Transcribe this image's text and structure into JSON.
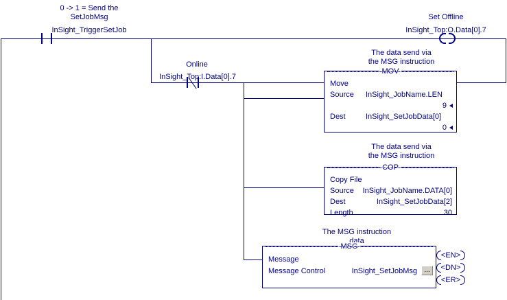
{
  "rung": {
    "comments": {
      "trigger": "0 -> 1 = Send the\nSetJobMsg",
      "set_offline": "Set Offline",
      "online": "Online",
      "mov_comment": "The data send via\nthe MSG instruction",
      "cop_comment": "The data send via\nthe MSG instruction",
      "msg_comment": "The MSG instruction\ndata"
    },
    "contacts": [
      {
        "name": "trigger-contact",
        "tag": "InSight_TriggerSetJob",
        "type": "xic"
      },
      {
        "name": "online-contact",
        "tag": "InSight_Top:I.Data[0].7",
        "type": "xio"
      }
    ],
    "coil": {
      "name": "set-offline-coil",
      "tag": "InSight_Top:O.Data[0].7",
      "type": "ote"
    },
    "blocks": [
      {
        "id": "mov",
        "title": "MOV",
        "rows": [
          {
            "label": "Move",
            "value": ""
          },
          {
            "label": "Source",
            "value": "InSight_JobName.LEN"
          },
          {
            "label": "",
            "value": "9"
          },
          {
            "label": "Dest",
            "value": "InSight_SetJobData[0]"
          },
          {
            "label": "",
            "value": "0"
          }
        ]
      },
      {
        "id": "cop",
        "title": "COP",
        "rows": [
          {
            "label": "Copy File",
            "value": ""
          },
          {
            "label": "Source",
            "value": "InSight_JobName.DATA[0]"
          },
          {
            "label": "Dest",
            "value": "InSight_SetJobData[2]"
          },
          {
            "label": "Length",
            "value": "30"
          }
        ]
      },
      {
        "id": "msg",
        "title": "MSG",
        "rows": [
          {
            "label": "Message",
            "value": ""
          },
          {
            "label": "Message Control",
            "value": "InSight_SetJobMsg"
          }
        ],
        "button_label": "...",
        "outputs": [
          "<EN>",
          "<DN>",
          "<ER>"
        ]
      }
    ],
    "colors": {
      "line": "#000080",
      "text": "#000080",
      "background": "#ffffff",
      "button_face": "#d4d0c8"
    }
  }
}
